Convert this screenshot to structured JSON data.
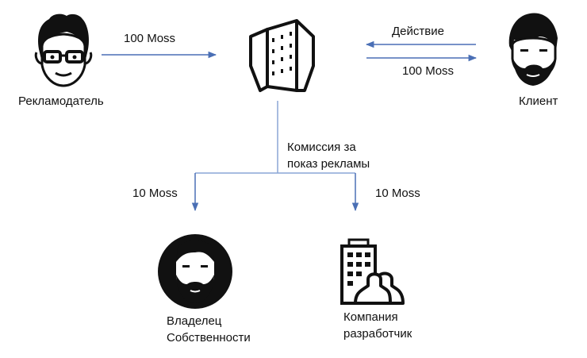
{
  "nodes": {
    "advertiser": {
      "label": "Рекламодатель"
    },
    "client": {
      "label": "Клиент"
    },
    "owner": {
      "label": "Владелец\nСобственности"
    },
    "developer": {
      "label": "Компания\nразработчик"
    }
  },
  "edges": {
    "advertiser_to_platform": "100 Moss",
    "client_action": "Действие",
    "platform_to_client": "100 Moss",
    "commission": "Комиссия за\nпоказ рекламы",
    "to_owner": "10 Moss",
    "to_developer": "10 Moss"
  },
  "colors": {
    "arrow": "#4a6fb5",
    "line": "#8aa6d6",
    "ink": "#111111"
  },
  "icons": {
    "advertiser": "man-glasses-icon",
    "platform": "building-icon",
    "client": "bearded-man-icon",
    "owner": "bearded-man-circle-icon",
    "developer": "office-people-icon"
  }
}
